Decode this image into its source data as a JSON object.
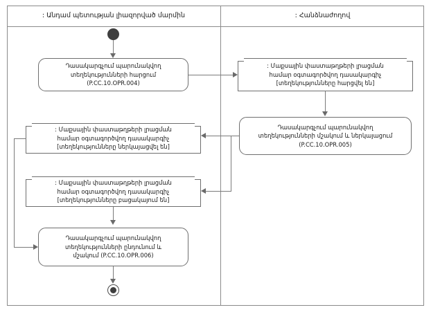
{
  "diagram": {
    "type": "uml-activity-diagram",
    "lanes": [
      {
        "id": "lane-left",
        "title": ": Անդամ պետության լիազորված մարմին"
      },
      {
        "id": "lane-right",
        "title": ": Հանձնաժողով"
      }
    ],
    "nodes": {
      "initial": {
        "kind": "initial-node",
        "lane": "lane-left"
      },
      "final": {
        "kind": "final-node",
        "lane": "lane-left"
      },
      "action_opr004": {
        "kind": "action",
        "lane": "lane-left",
        "line1": "Դասակարգչում պարունակվող",
        "line2": "տեղեկությունների հարցում",
        "line3": "(P.CC.10.OPR.004)"
      },
      "signal_requested": {
        "kind": "signal",
        "lane": "lane-right",
        "line1": ": Մաքսային փաստաթղթերի լրացման",
        "line2": "համար օգտագործվող դասակարգիչ",
        "line3": "[տեղեկությունները հարցվել են]"
      },
      "action_opr005": {
        "kind": "action",
        "lane": "lane-right",
        "line1": "Դասակարգչում պարունակվող",
        "line2": "տեղեկությունների մշակում և ներկայացում",
        "line3": "(P.CC.10.OPR.005)"
      },
      "signal_presented": {
        "kind": "signal",
        "lane": "lane-left",
        "line1": ": Մաքսային փաստաթղթերի լրացման",
        "line2": "համար օգտագործվող դասակարգիչ",
        "line3": "[տեղեկությունները ներկայացվել են]"
      },
      "signal_absent": {
        "kind": "signal",
        "lane": "lane-left",
        "line1": ": Մաքսային փաստաթղթերի լրացման",
        "line2": "համար օգտագործվող դասակարգիչ",
        "line3": "[տեղեկությունները բացակայում են]"
      },
      "action_opr006": {
        "kind": "action",
        "lane": "lane-left",
        "line1": "Դասակարգչում պարունակվող",
        "line2": "տեղեկությունների ընդունում և",
        "line3": "մշակում (P.CC.10.OPR.006)"
      }
    },
    "edges": [
      {
        "from": "initial",
        "to": "action_opr004",
        "style": "straight-down"
      },
      {
        "from": "action_opr004",
        "to": "signal_requested",
        "style": "right-across-lane"
      },
      {
        "from": "signal_requested",
        "to": "action_opr005",
        "style": "straight-down"
      },
      {
        "from": "action_opr005",
        "to": "signal_presented",
        "style": "left-across-lane"
      },
      {
        "from": "action_opr005",
        "to": "signal_absent",
        "style": "left-across-lane"
      },
      {
        "from": "signal_presented",
        "to": "action_opr006",
        "style": "left-route-down"
      },
      {
        "from": "signal_absent",
        "to": "action_opr006",
        "style": "straight-down"
      },
      {
        "from": "action_opr006",
        "to": "final",
        "style": "straight-down"
      }
    ],
    "colors": {
      "frame_border": "#8a8a8a",
      "node_border": "#6e6e6e",
      "connector": "#7a7a7a",
      "node_fill": "#ffffff",
      "initial_fill": "#3f3f3f",
      "text": "#1a1a1a"
    }
  }
}
